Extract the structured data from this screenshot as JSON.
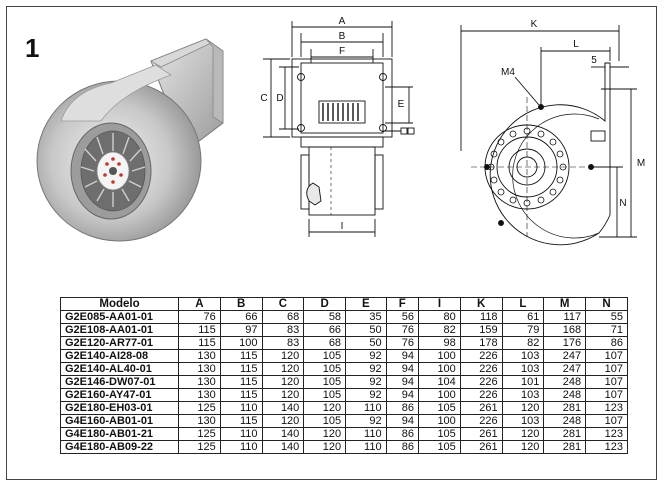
{
  "figure_number": "1",
  "dimension_labels": {
    "A": "A",
    "B": "B",
    "F": "F",
    "C": "C",
    "D": "D",
    "E": "E",
    "I": "I",
    "K": "K",
    "L": "L",
    "M4": "M4",
    "five": "5",
    "M": "M",
    "N": "N"
  },
  "table": {
    "headers": [
      "Modelo",
      "A",
      "B",
      "C",
      "D",
      "E",
      "F",
      "I",
      "K",
      "L",
      "M",
      "N"
    ],
    "rows": [
      [
        "G2E085-AA01-01",
        "76",
        "66",
        "68",
        "58",
        "35",
        "56",
        "80",
        "118",
        "61",
        "117",
        "55"
      ],
      [
        "G2E108-AA01-01",
        "115",
        "97",
        "83",
        "66",
        "50",
        "76",
        "82",
        "159",
        "79",
        "168",
        "71"
      ],
      [
        "G2E120-AR77-01",
        "115",
        "100",
        "83",
        "68",
        "50",
        "76",
        "98",
        "178",
        "82",
        "176",
        "86"
      ],
      [
        "G2E140-AI28-08",
        "130",
        "115",
        "120",
        "105",
        "92",
        "94",
        "100",
        "226",
        "103",
        "247",
        "107"
      ],
      [
        "G2E140-AL40-01",
        "130",
        "115",
        "120",
        "105",
        "92",
        "94",
        "100",
        "226",
        "103",
        "247",
        "107"
      ],
      [
        "G2E146-DW07-01",
        "130",
        "115",
        "120",
        "105",
        "92",
        "94",
        "104",
        "226",
        "101",
        "248",
        "107"
      ],
      [
        "G2E160-AY47-01",
        "130",
        "115",
        "120",
        "105",
        "92",
        "94",
        "100",
        "226",
        "103",
        "248",
        "107"
      ],
      [
        "G2E180-EH03-01",
        "125",
        "110",
        "140",
        "120",
        "110",
        "86",
        "105",
        "261",
        "120",
        "281",
        "123"
      ],
      [
        "G4E160-AB01-01",
        "130",
        "115",
        "120",
        "105",
        "92",
        "94",
        "100",
        "226",
        "103",
        "248",
        "107"
      ],
      [
        "G4E180-AB01-21",
        "125",
        "110",
        "140",
        "120",
        "110",
        "86",
        "105",
        "261",
        "120",
        "281",
        "123"
      ],
      [
        "G4E180-AB09-22",
        "125",
        "110",
        "140",
        "120",
        "110",
        "86",
        "105",
        "261",
        "120",
        "281",
        "123"
      ]
    ]
  }
}
